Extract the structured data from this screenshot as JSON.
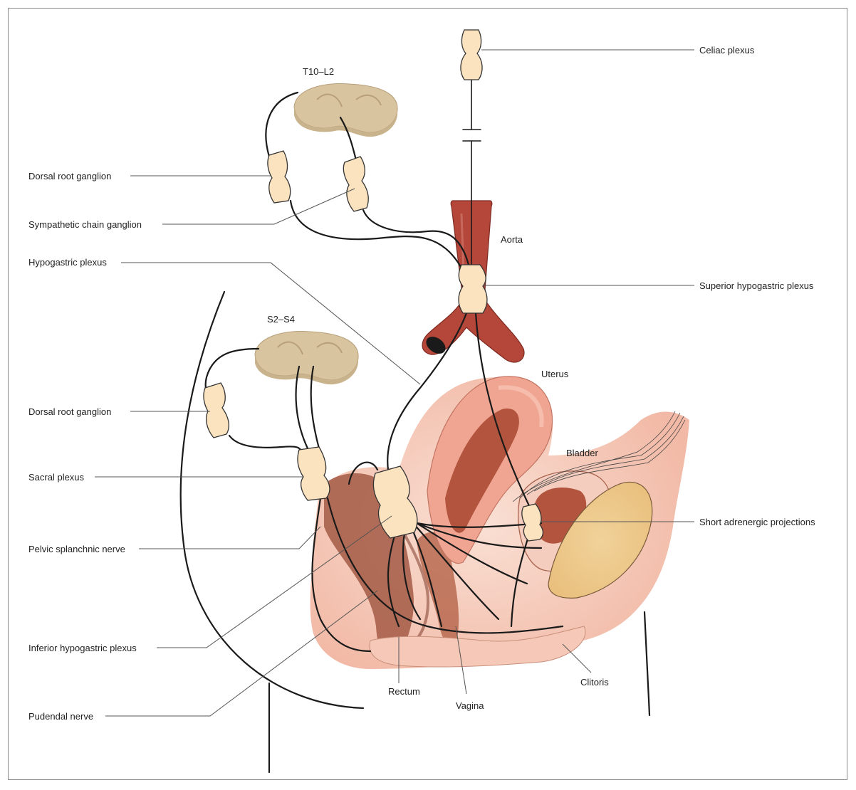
{
  "colors": {
    "aorta": "#b5463a",
    "ganglion": "#fbe3bf",
    "spinal_cord": "#d9c4a0",
    "tissue_light": "#f7d2c4",
    "tissue_dark": "#a35a45",
    "line": "#222222"
  },
  "labels": {
    "celiac_plexus": "Celiac plexus",
    "t10_l2": "T10–L2",
    "dorsal_root_ganglion_upper": "Dorsal root ganglion",
    "sympathetic_chain_ganglion": "Sympathetic chain ganglion",
    "aorta": "Aorta",
    "hypogastric_plexus": "Hypogastric plexus",
    "superior_hypogastric_plexus": "Superior hypogastric plexus",
    "s2_s4": "S2–S4",
    "uterus": "Uterus",
    "dorsal_root_ganglion_lower": "Dorsal root ganglion",
    "bladder": "Bladder",
    "sacral_plexus": "Sacral plexus",
    "short_adrenergic_projections": "Short adrenergic projections",
    "pelvic_splanchnic_nerve": "Pelvic splanchnic nerve",
    "inferior_hypogastric_plexus": "Inferior hypogastric plexus",
    "clitoris": "Clitoris",
    "rectum": "Rectum",
    "vagina": "Vagina",
    "pudendal_nerve": "Pudendal nerve"
  }
}
